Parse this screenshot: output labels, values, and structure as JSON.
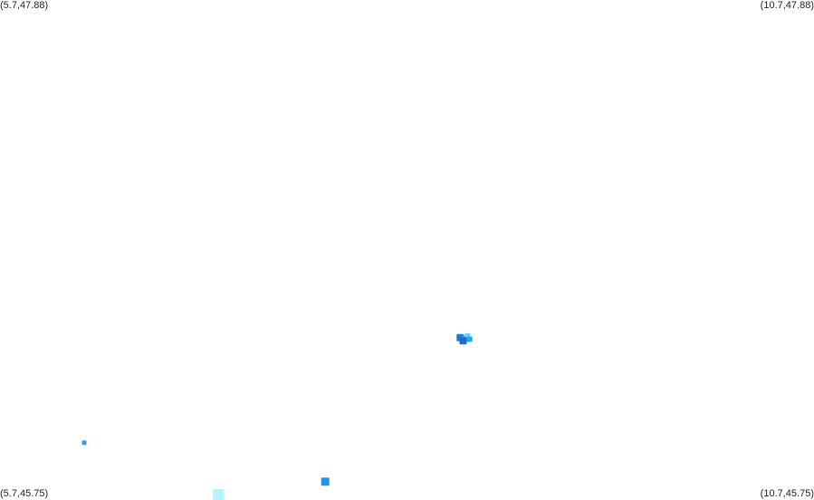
{
  "map": {
    "corners": {
      "top_left": "(5.7,47.88)",
      "top_right": "(10.7,47.88)",
      "bottom_left": "(5.7,45.75)",
      "bottom_right": "(10.7,45.75)"
    },
    "bounds": {
      "lon_min": 5.7,
      "lon_max": 10.7,
      "lat_min": 45.75,
      "lat_max": 47.88
    },
    "points": [
      {
        "lon": 8.527,
        "lat": 46.442,
        "size": 8,
        "color": "#1a7bd6"
      },
      {
        "lon": 8.553,
        "lat": 46.437,
        "size": 7,
        "color": "#23a6f0"
      },
      {
        "lon": 8.572,
        "lat": 46.449,
        "size": 6,
        "color": "#5fd4f5"
      },
      {
        "lon": 8.585,
        "lat": 46.435,
        "size": 6,
        "color": "#23a6f0"
      },
      {
        "lon": 8.545,
        "lat": 46.428,
        "size": 8,
        "color": "#1f6fc4"
      },
      {
        "lon": 6.217,
        "lat": 45.994,
        "size": 5,
        "color": "#2b9ff0"
      },
      {
        "lon": 7.698,
        "lat": 45.828,
        "size": 9,
        "color": "#2196e8"
      },
      {
        "lon": 7.041,
        "lat": 45.767,
        "size": 12,
        "color": "#b3f5fa"
      }
    ]
  }
}
